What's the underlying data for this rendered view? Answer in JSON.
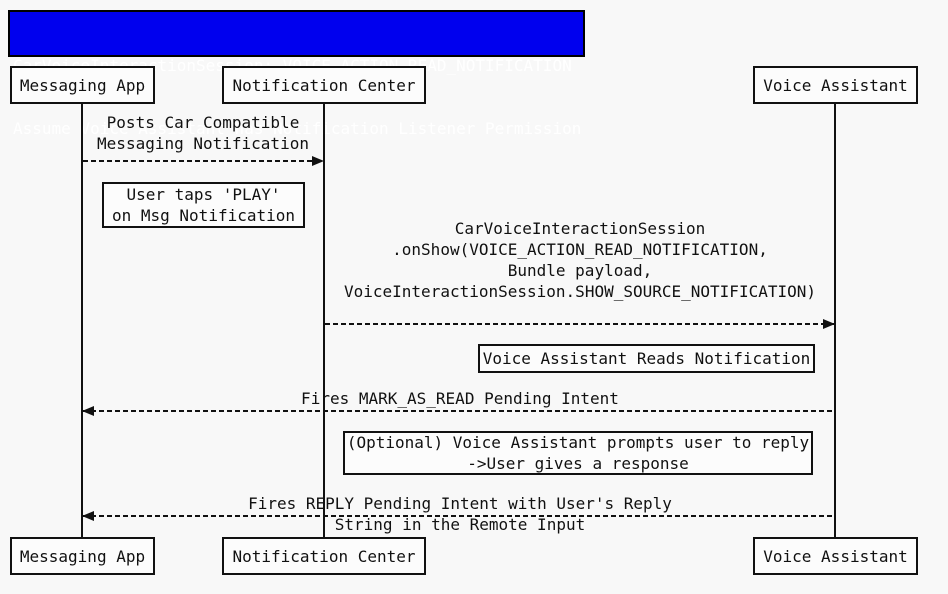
{
  "title": {
    "line1": "CarVoiceInteractionSession: VOICE_ACTION_READ_NOTIFICATION",
    "line2": "Assume Voice Assistant has Notification Listener Permission"
  },
  "participants": [
    {
      "name": "Messaging App"
    },
    {
      "name": "Notification Center"
    },
    {
      "name": "Voice Assistant"
    }
  ],
  "messages": [
    {
      "from": "Messaging App",
      "to": "Notification Center",
      "direction": "right",
      "line_style": "dashed",
      "label": "Posts Car Compatible\nMessaging Notification"
    },
    {
      "from": "Notification Center",
      "to": "Voice Assistant",
      "direction": "right",
      "line_style": "dashed",
      "label": "CarVoiceInteractionSession\n.onShow(VOICE_ACTION_READ_NOTIFICATION,\nBundle payload,\nVoiceInteractionSession.SHOW_SOURCE_NOTIFICATION)"
    },
    {
      "from": "Voice Assistant",
      "to": "Messaging App",
      "direction": "left",
      "line_style": "dashed",
      "label": "Fires MARK_AS_READ Pending Intent"
    },
    {
      "from": "Voice Assistant",
      "to": "Messaging App",
      "direction": "left",
      "line_style": "dashed",
      "label": "Fires REPLY Pending Intent with User's Reply String in the Remote Input"
    }
  ],
  "notes": [
    {
      "text": "User taps 'PLAY'\non Msg Notification"
    },
    {
      "text": "Voice Assistant Reads Notification"
    },
    {
      "text": "(Optional) Voice Assistant prompts user to reply\n->User gives a response"
    }
  ],
  "colors": {
    "title_background": "#0000ee",
    "title_text": "#ffffff",
    "line": "#111111",
    "box_background": "#fcfcfc",
    "page_background": "#f8f8f8"
  }
}
